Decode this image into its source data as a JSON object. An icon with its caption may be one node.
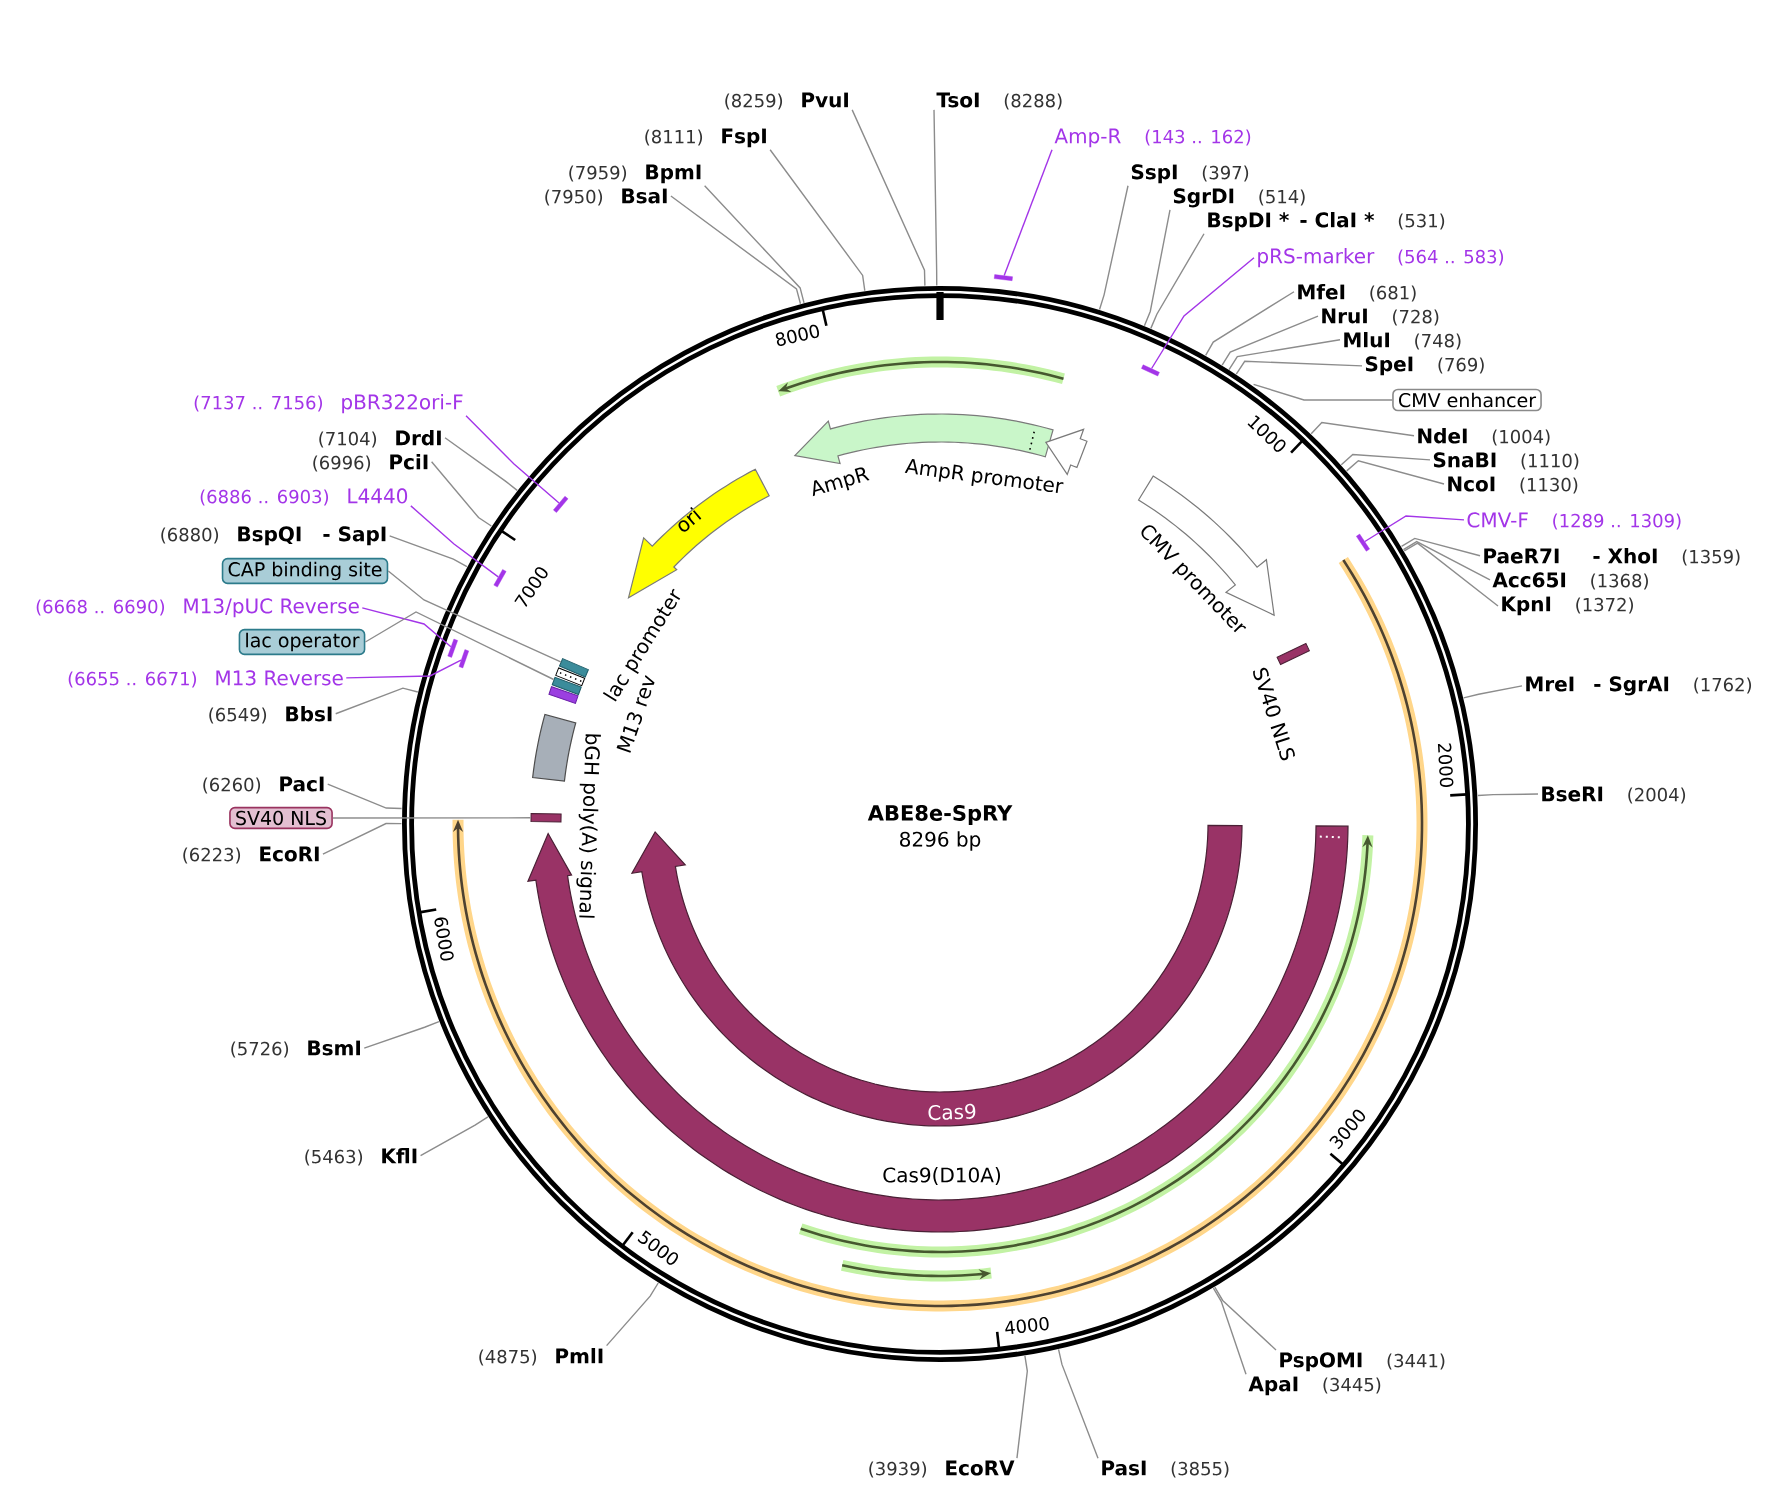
{
  "diagram": {
    "title": "ABE8e-SpRY",
    "nodes": [
      {
        "text": [
          "PvuI"
        ],
        "beside": [
          "(8259)"
        ]
      },
      {
        "text": [
          "TsoI"
        ],
        "beside": [
          "(8288)"
        ]
      },
      {
        "text": [
          "FspI"
        ],
        "beside": [
          "(8111)"
        ]
      },
      {
        "text": [
          "Amp-R"
        ],
        "beside": [
          "(143 .. 162)"
        ]
      },
      {
        "text": [
          "BpmI"
        ],
        "beside": [
          "(7959)"
        ]
      },
      {
        "text": [
          "SspI"
        ],
        "beside": [
          "(397)"
        ]
      },
      {
        "text": [
          "BsaI"
        ],
        "beside": [
          "(7950)"
        ]
      },
      {
        "text": [
          "SgrDI"
        ],
        "beside": [
          "(514)"
        ]
      },
      {
        "text": [
          "BspDI *",
          "- ClaI *"
        ],
        "beside": [
          "(531)"
        ]
      },
      {
        "text": [
          "pRS-marker"
        ],
        "beside": [
          "(564 .. 583)"
        ]
      },
      {
        "text": [
          "MfeI"
        ],
        "beside": [
          "(681)"
        ]
      },
      {
        "text": [
          "NruI"
        ],
        "beside": [
          "(728)"
        ]
      },
      {
        "text": [
          "MluI"
        ],
        "beside": [
          "(748)"
        ]
      },
      {
        "text": [
          "SpeI"
        ],
        "beside": [
          "(769)"
        ]
      },
      {
        "text": [
          "CMV enhancer"
        ]
      },
      {
        "text": [
          "pBR322ori-F"
        ],
        "beside": [
          "(7137 .. 7156)"
        ]
      },
      {
        "text": [
          "NdeI"
        ],
        "beside": [
          "(1004)"
        ]
      },
      {
        "text": [
          "DrdI"
        ],
        "beside": [
          "(7104)"
        ]
      },
      {
        "text": [
          "SnaBI"
        ],
        "beside": [
          "(1110)"
        ]
      },
      {
        "text": [
          "PciI"
        ],
        "beside": [
          "(6996)"
        ]
      },
      {
        "text": [
          "NcoI"
        ],
        "beside": [
          "(1130)"
        ]
      },
      {
        "text": [
          "L4440"
        ],
        "beside": [
          "(6886 .. 6903)"
        ]
      },
      {
        "text": [
          "CMV-F"
        ],
        "beside": [
          "(1289 .. 1309)"
        ]
      },
      {
        "text": [
          "BspQI",
          "- SapI"
        ],
        "beside": [
          "(6880)"
        ]
      },
      {
        "text": [
          "PaeR7I",
          "- XhoI"
        ],
        "beside": [
          "(1359)"
        ]
      },
      {
        "text": [
          "CAP binding site"
        ]
      },
      {
        "text": [
          "Acc65I"
        ],
        "beside": [
          "(1368)"
        ]
      },
      {
        "text": [
          "KpnI"
        ],
        "beside": [
          "(1372)"
        ]
      },
      {
        "text": [
          "M13/pUC Reverse"
        ],
        "beside": [
          "(6668 .. 6690)"
        ]
      },
      {
        "text": [
          "lac operator"
        ]
      },
      {
        "text": [
          "M13 Reverse"
        ],
        "beside": [
          "(6655 .. 6671)"
        ]
      },
      {
        "text": [
          "MreI",
          "- SgrAI"
        ],
        "beside": [
          "(1762)"
        ]
      },
      {
        "text": [
          "BbsI"
        ],
        "beside": [
          "(6549)"
        ]
      },
      {
        "text": [
          "PacI"
        ],
        "beside": [
          "(6260)"
        ]
      },
      {
        "text": [
          "BseRI"
        ],
        "beside": [
          "(2004)"
        ]
      },
      {
        "text": [
          "SV40 NLS"
        ]
      },
      {
        "text": [
          "EcoRI"
        ],
        "beside": [
          "(6223)"
        ]
      },
      {
        "text": [
          "BsmI"
        ],
        "beside": [
          "(5726)"
        ]
      },
      {
        "text": [
          "KflI"
        ],
        "beside": [
          "(5463)"
        ]
      },
      {
        "text": [
          "PmlI"
        ],
        "beside": [
          "(4875)"
        ]
      },
      {
        "text": [
          "PspOMI"
        ],
        "beside": [
          "(3441)"
        ]
      },
      {
        "text": [
          "ApaI"
        ],
        "beside": [
          "(3445)"
        ]
      },
      {
        "text": [
          "PasI"
        ],
        "beside": [
          "(3855)"
        ]
      },
      {
        "text": [
          "EcoRV"
        ],
        "beside": [
          "(3939)"
        ]
      },
      {
        "text": [
          "AmpR"
        ]
      },
      {
        "text": [
          "AmpR promoter"
        ]
      },
      {
        "text": [
          "ori"
        ]
      },
      {
        "text": [
          "CMV promoter"
        ]
      },
      {
        "text": [
          "SV40 NLS"
        ]
      },
      {
        "text": [
          "lac promoter"
        ]
      },
      {
        "text": [
          "M13 rev"
        ]
      },
      {
        "text": [],
        "shape": "box"
      },
      {
        "text": [],
        "shape": "box"
      },
      {
        "text": [
          "bGH poly(A) signal"
        ]
      },
      {
        "text": [],
        "shape": "box"
      },
      {
        "text": [
          "Cas9(D10A)"
        ]
      },
      {
        "text": [
          "Cas9"
        ]
      },
      {
        "text": [],
        "shape": "bar"
      },
      {
        "text": [],
        "shape": "bar"
      },
      {
        "text": [],
        "shape": "bar"
      },
      {
        "text": [],
        "shape": "bar"
      },
      {
        "text": [],
        "shape": "bar"
      },
      {
        "text": [],
        "shape": "bar"
      },
      {
        "text": [],
        "shape": "bar"
      }
    ],
    "edges": [
      {
        "from": 0,
        "to": null,
        "arrow": "none"
      },
      {
        "from": 1,
        "to": null,
        "arrow": "none"
      },
      {
        "from": 2,
        "to": null,
        "arrow": "none"
      },
      {
        "from": 3,
        "to": 57,
        "arrow": "none",
        "color": "#a335e8"
      },
      {
        "from": 4,
        "to": null,
        "arrow": "none"
      },
      {
        "from": 5,
        "to": null,
        "arrow": "none"
      },
      {
        "from": 6,
        "to": null,
        "arrow": "none"
      },
      {
        "from": 7,
        "to": null,
        "arrow": "none"
      },
      {
        "from": 8,
        "to": null,
        "arrow": "none"
      },
      {
        "from": 9,
        "to": 58,
        "arrow": "none",
        "color": "#a335e8"
      },
      {
        "from": 10,
        "to": null,
        "arrow": "none"
      },
      {
        "from": 11,
        "to": null,
        "arrow": "none"
      },
      {
        "from": 12,
        "to": null,
        "arrow": "none"
      },
      {
        "from": 13,
        "to": null,
        "arrow": "none"
      },
      {
        "from": 14,
        "to": null,
        "arrow": "none"
      },
      {
        "from": 15,
        "to": 59,
        "arrow": "none",
        "color": "#a335e8"
      },
      {
        "from": 16,
        "to": null,
        "arrow": "none"
      },
      {
        "from": 17,
        "to": null,
        "arrow": "none"
      },
      {
        "from": 18,
        "to": null,
        "arrow": "none"
      },
      {
        "from": 19,
        "to": null,
        "arrow": "none"
      },
      {
        "from": 20,
        "to": null,
        "arrow": "none"
      },
      {
        "from": 21,
        "to": 61,
        "arrow": "none",
        "color": "#a335e8"
      },
      {
        "from": 22,
        "to": 60,
        "arrow": "none",
        "color": "#a335e8"
      },
      {
        "from": 23,
        "to": null,
        "arrow": "none"
      },
      {
        "from": 24,
        "to": null,
        "arrow": "none"
      },
      {
        "from": 25,
        "to": 51,
        "arrow": "none"
      },
      {
        "from": 26,
        "to": null,
        "arrow": "none"
      },
      {
        "from": 27,
        "to": null,
        "arrow": "none"
      },
      {
        "from": 28,
        "to": 62,
        "arrow": "none",
        "color": "#a335e8"
      },
      {
        "from": 29,
        "to": 52,
        "arrow": "none"
      },
      {
        "from": 30,
        "to": 63,
        "arrow": "none",
        "color": "#a335e8"
      },
      {
        "from": 31,
        "to": null,
        "arrow": "none"
      },
      {
        "from": 32,
        "to": null,
        "arrow": "none"
      },
      {
        "from": 33,
        "to": null,
        "arrow": "none"
      },
      {
        "from": 34,
        "to": null,
        "arrow": "none"
      },
      {
        "from": 35,
        "to": 54,
        "arrow": "none"
      },
      {
        "from": 36,
        "to": null,
        "arrow": "none"
      },
      {
        "from": 37,
        "to": null,
        "arrow": "none"
      },
      {
        "from": 38,
        "to": null,
        "arrow": "none"
      },
      {
        "from": 39,
        "to": null,
        "arrow": "none"
      },
      {
        "from": 40,
        "to": null,
        "arrow": "none"
      },
      {
        "from": 41,
        "to": null,
        "arrow": "none"
      },
      {
        "from": 42,
        "to": null,
        "arrow": "none"
      },
      {
        "from": 43,
        "to": null,
        "arrow": "none"
      }
    ],
    "labels": [
      "8000",
      "1000",
      "7000",
      "2000",
      "8296 bp",
      "6000",
      "3000",
      "5000",
      "4000"
    ]
  }
}
